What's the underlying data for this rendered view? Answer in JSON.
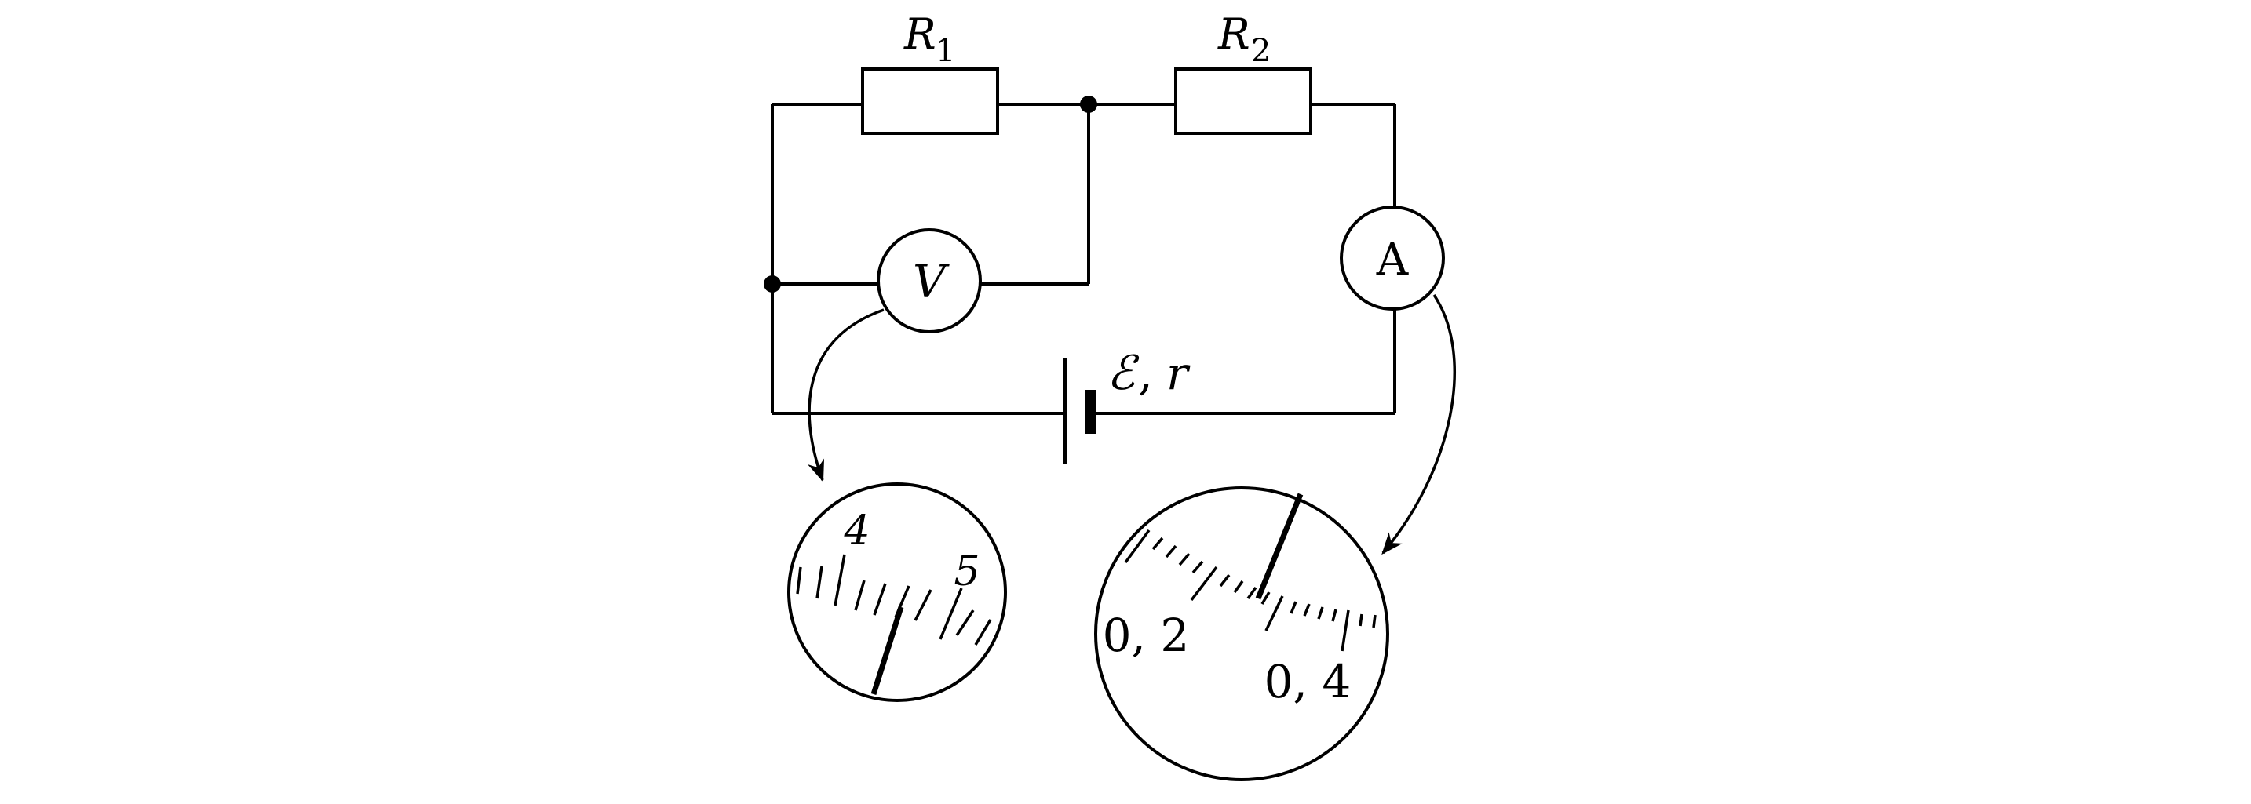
{
  "circuit": {
    "resistor_1": {
      "symbol": "R",
      "subscript": "1"
    },
    "resistor_2": {
      "symbol": "R",
      "subscript": "2"
    },
    "voltmeter_label": "V",
    "ammeter_label": "A",
    "source": {
      "emf": "ℰ",
      "separator": ",",
      "internal_resistance": "r"
    }
  },
  "voltmeter_dial": {
    "labels": [
      "4",
      "5"
    ]
  },
  "ammeter_dial": {
    "labels": [
      "0, 2",
      "0, 4"
    ]
  }
}
